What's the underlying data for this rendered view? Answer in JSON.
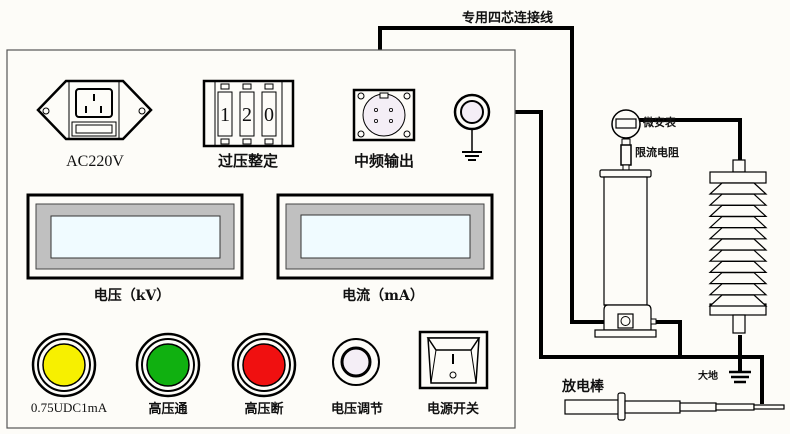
{
  "diagram": {
    "title_cable": "专用四芯连接线",
    "panel": {
      "power_socket_label": "AC220V",
      "overvoltage_label": "过压整定",
      "overvoltage_digits": [
        "1",
        "2",
        "0"
      ],
      "mf_output_label": "中频输出",
      "voltage_meter_label": "电压（kV）",
      "current_meter_label": "电流（mA）",
      "lamp_075_label": "0.75UDC1mA",
      "hv_on_label": "高压通",
      "hv_off_label": "高压断",
      "voltage_adjust_label": "电压调节",
      "power_switch_label": "电源开关"
    },
    "external": {
      "microammeter_label": "微安表",
      "resistor_label": "限流电阻",
      "ground_label": "大地",
      "discharge_rod_label": "放电棒"
    },
    "colors": {
      "lamp_yellow": "#f7f000",
      "lamp_green": "#10b010",
      "lamp_red": "#f01010",
      "lcd_screen": "#f0fbff",
      "lcd_bezel": "#c0c0c0",
      "connector_fill": "#f4eef6"
    }
  }
}
